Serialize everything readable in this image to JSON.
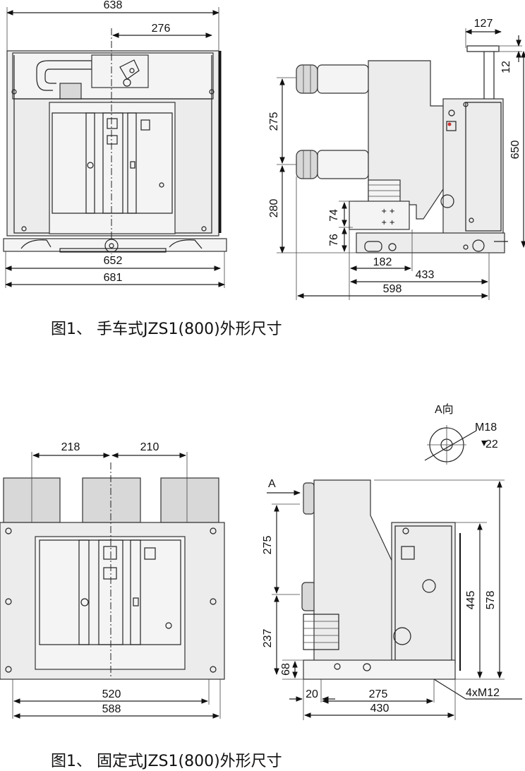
{
  "figure1": {
    "caption": "图1、 手车式JZS1(800)外形尺寸",
    "front": {
      "dims": {
        "top_width": "638",
        "half": "276",
        "bottom1": "652",
        "bottom2": "681"
      }
    },
    "side": {
      "dims": {
        "d127": "127",
        "d12": "12",
        "d650": "650",
        "d275": "275",
        "d280": "280",
        "d74": "74",
        "d76": "76",
        "d182": "182",
        "d433": "433",
        "d598": "598"
      }
    }
  },
  "figure2": {
    "caption": "图1、 固定式JZS1(800)外形尺寸",
    "front": {
      "dims": {
        "d218": "218",
        "d210": "210",
        "d520": "520",
        "d588": "588"
      }
    },
    "side": {
      "view_label": "A向",
      "arrow_label": "A",
      "thread": "M18",
      "depth": "22",
      "bolts": "4xM12",
      "dims": {
        "d275": "275",
        "d237": "237",
        "d68": "68",
        "d445": "445",
        "d578": "578",
        "d20": "20",
        "d275b": "275",
        "d430": "430"
      }
    }
  }
}
